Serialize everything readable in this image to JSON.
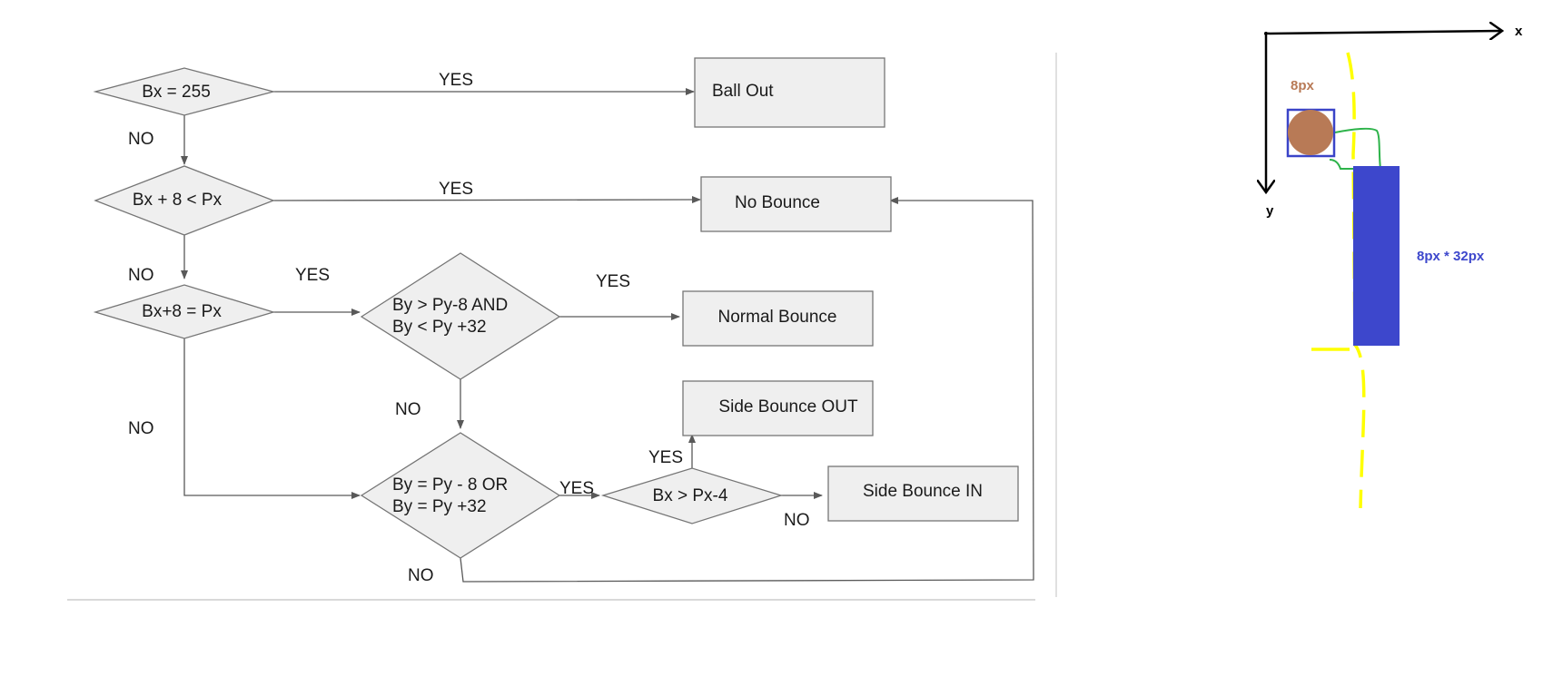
{
  "flowchart": {
    "decisions": {
      "d1": "Bx = 255",
      "d2": "Bx + 8 < Px",
      "d3": "Bx+8 = Px",
      "d4_line1": "By > Py-8  AND",
      "d4_line2": "By < Py +32",
      "d5_line1": "By = Py - 8  OR",
      "d5_line2": "By = Py +32",
      "d6": "Bx > Px-4"
    },
    "outcomes": {
      "ball_out": "Ball Out",
      "no_bounce": "No Bounce",
      "normal_bounce": "Normal Bounce",
      "side_bounce_out": "Side Bounce OUT",
      "side_bounce_in": "Side Bounce IN"
    },
    "labels": {
      "yes": "YES",
      "no": "NO"
    }
  },
  "sketch": {
    "x_axis_label": "x",
    "y_axis_label": "y",
    "ball_size_label": "8px",
    "paddle_size_label": "8px * 32px",
    "colors": {
      "ball": "#b87a56",
      "ball_box": "#3a44c8",
      "paddle": "#3d47cc",
      "trajectory": "#ffff00",
      "contact_zone": "#2db34a",
      "axes": "#000000"
    }
  }
}
